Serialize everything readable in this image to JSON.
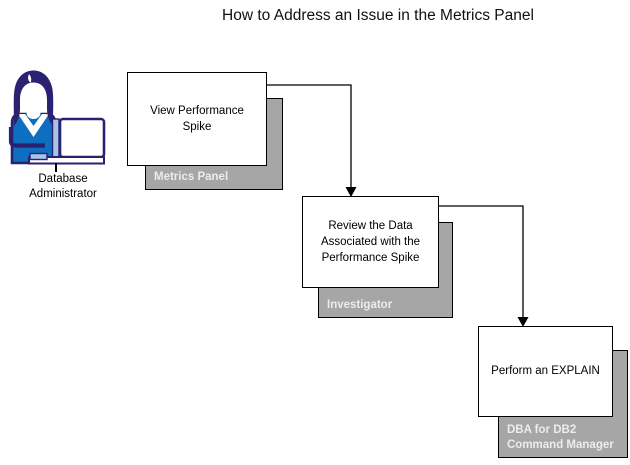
{
  "title": "How to Address an Issue in the Metrics Panel",
  "actor": {
    "icon": "person-at-laptop-icon",
    "label": "Database Administrator"
  },
  "steps": [
    {
      "text": "View Performance Spike",
      "tag": "Metrics Panel"
    },
    {
      "text": "Review the Data Associated with the Performance Spike",
      "tag": "Investigator"
    },
    {
      "text": "Perform an EXPLAIN",
      "tag": "DBA for DB2 Command Manager"
    }
  ],
  "colors": {
    "tag_background": "#a6a6a6",
    "tag_text": "#ececec",
    "box_background": "#ffffff",
    "line_color": "#000000",
    "icon_hair": "#2b2171",
    "icon_shirt": "#0e6fc0",
    "icon_accent": "#a7c4e5"
  }
}
